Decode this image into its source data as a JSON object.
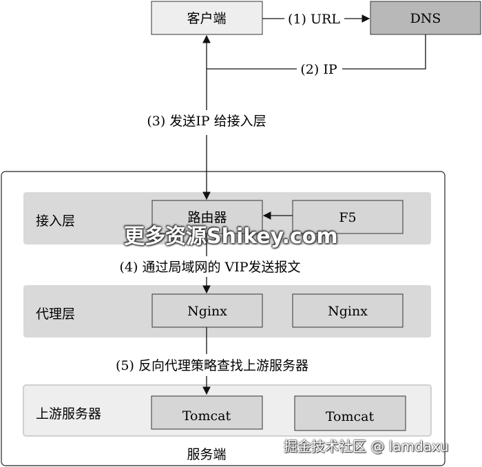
{
  "nodes": {
    "client": "客户端",
    "dns": "DNS",
    "router": "路由器",
    "f5": "F5",
    "nginx_1": "Nginx",
    "nginx_2": "Nginx",
    "tomcat_1": "Tomcat",
    "tomcat_2": "Tomcat"
  },
  "layers": {
    "access": "接入层",
    "proxy": "代理层",
    "upstream": "上游服务器"
  },
  "container_label": "服务端",
  "steps": {
    "s1": "(1) URL",
    "s2": "(2) IP",
    "s3": "(3) 发送IP 给接入层",
    "s4": "(4) 通过局域网的 VIP发送报文",
    "s5": "(5) 反向代理策略查找上游服务器"
  },
  "watermark": "更多资源Shikey.com",
  "credit": "掘金技术社区 @ lamdaxu",
  "colors": {
    "box_fill": "#eeeeee",
    "dns_fill": "#b8b8b8",
    "node_fill": "#d6d6d6",
    "band_fill": "#d9d9d9",
    "upstream_band_fill": "#eeeeee",
    "line": "#111111"
  }
}
